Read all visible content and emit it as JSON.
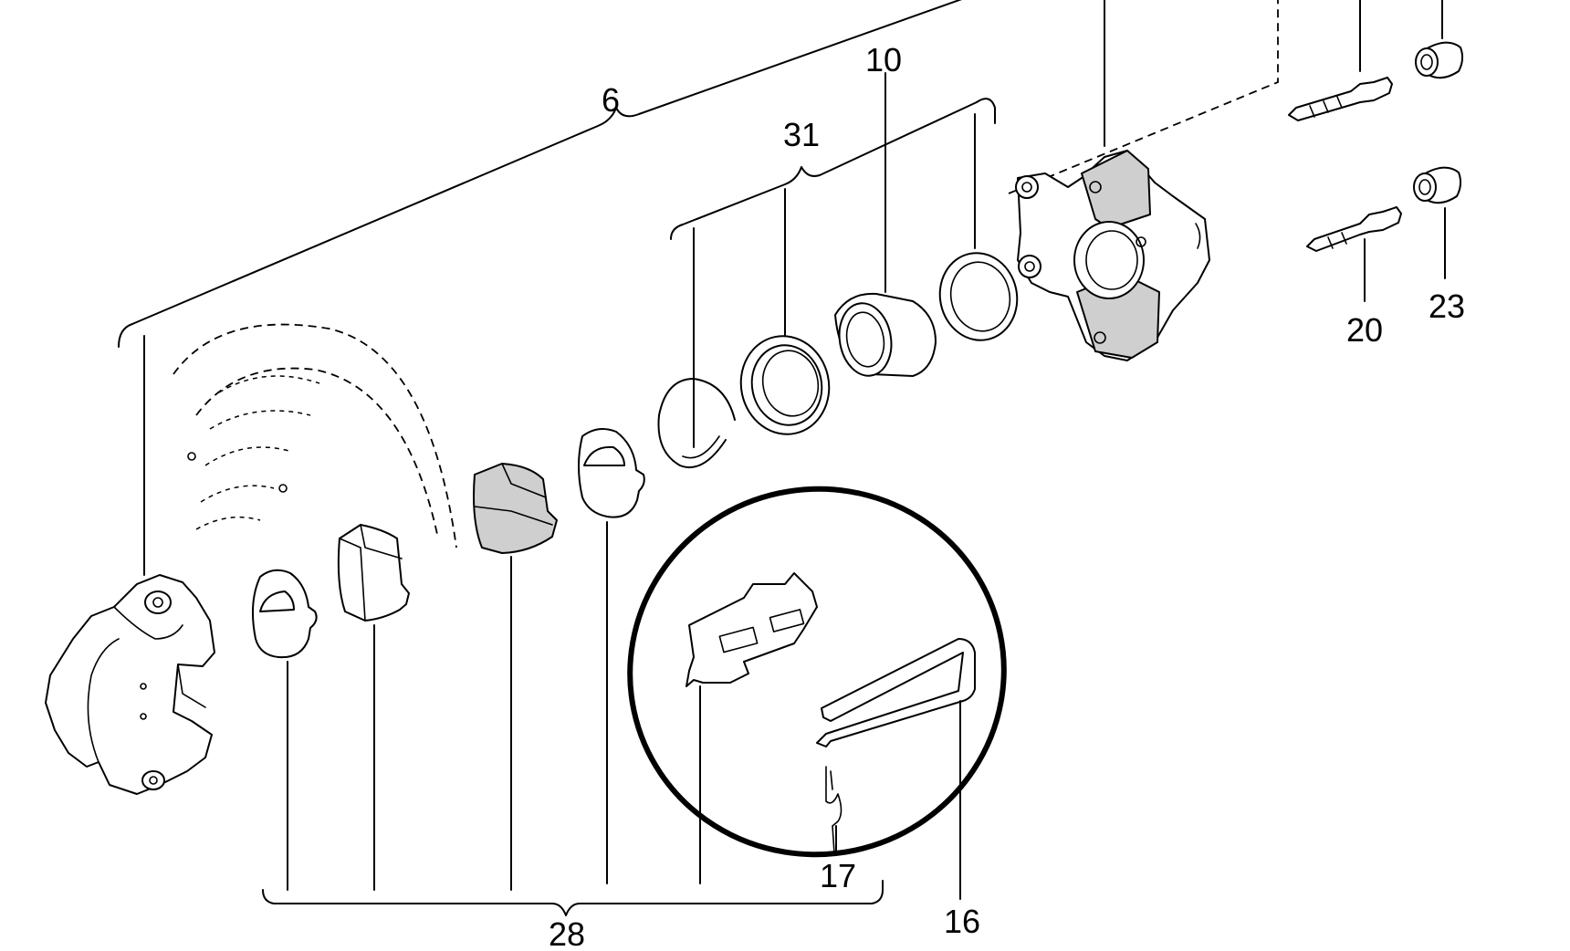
{
  "callouts": {
    "c6": "6",
    "c10": "10",
    "c31": "31",
    "c20": "20",
    "c23": "23",
    "c28": "28",
    "c17": "17",
    "c16": "16"
  }
}
